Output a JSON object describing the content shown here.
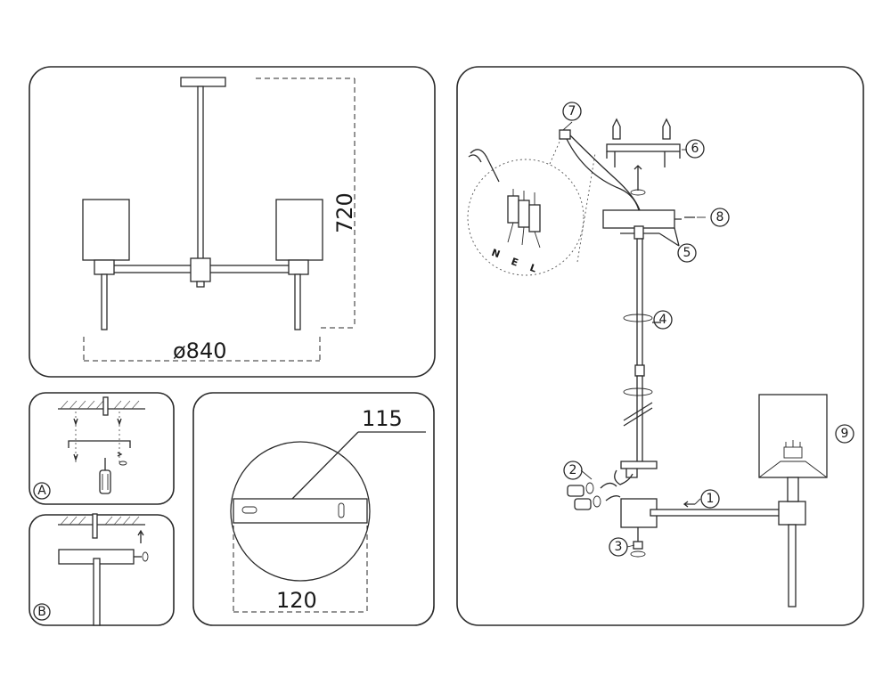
{
  "dimensions": {
    "diameter": "ø840",
    "height": "720",
    "plate_width": "120",
    "plate_hole_spacing": "115"
  },
  "wiring_labels": [
    "N",
    "E",
    "L"
  ],
  "callouts": [
    "1",
    "2",
    "3",
    "4",
    "5",
    "6",
    "7",
    "8",
    "9"
  ],
  "steps": [
    "A",
    "B"
  ]
}
